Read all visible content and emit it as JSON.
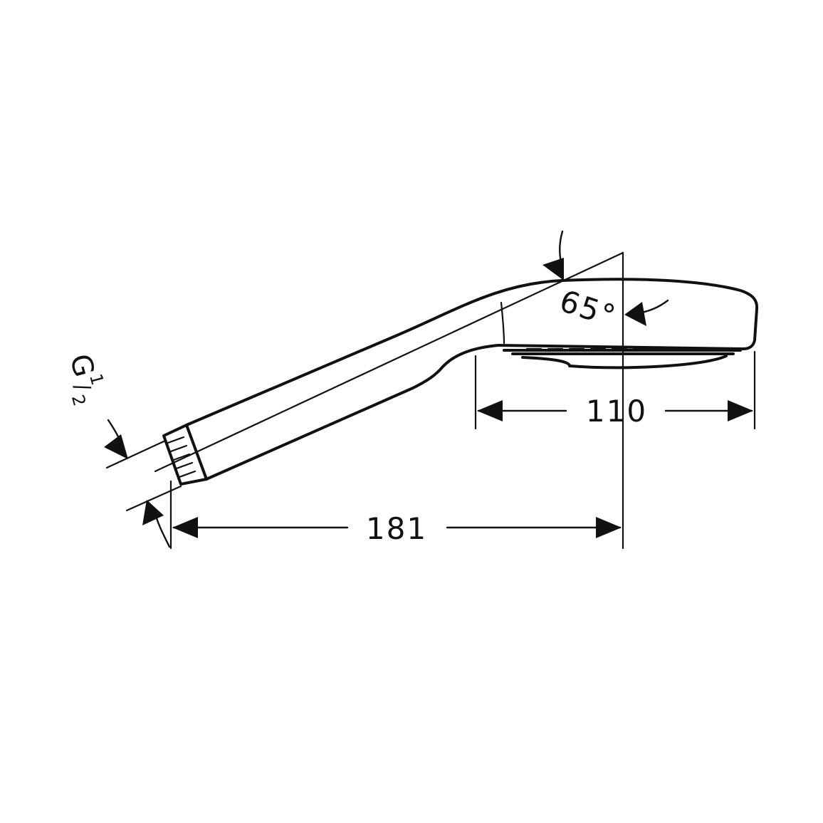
{
  "diagram": {
    "dimensions": {
      "overall_length": "181",
      "head_length": "110",
      "tilt_angle": "65°"
    },
    "thread": {
      "letter": "G",
      "numerator": "1",
      "denominator": "2"
    },
    "colors": {
      "line": "#111111",
      "background": "#ffffff"
    }
  }
}
